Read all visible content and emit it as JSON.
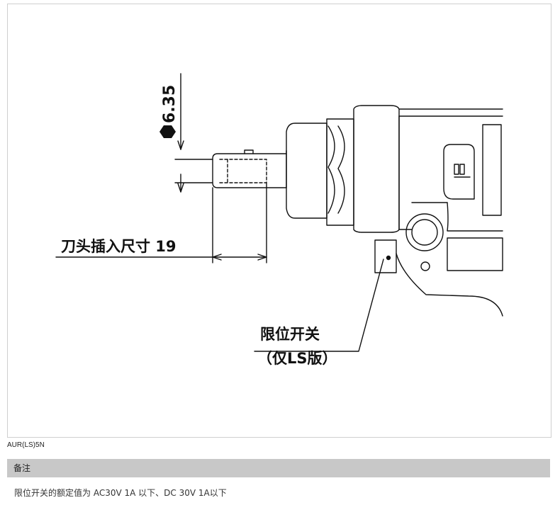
{
  "diagram": {
    "dimension_label": "6.35",
    "insert_label": "刀头插入尺寸 19",
    "switch_label_line1": "限位开关",
    "switch_label_line2": "（仅LS版）"
  },
  "caption": "AUR(LS)5N",
  "notes": {
    "title": "备注",
    "text": "限位开关的额定值为 AC30V 1A 以下、DC 30V 1A以下"
  }
}
